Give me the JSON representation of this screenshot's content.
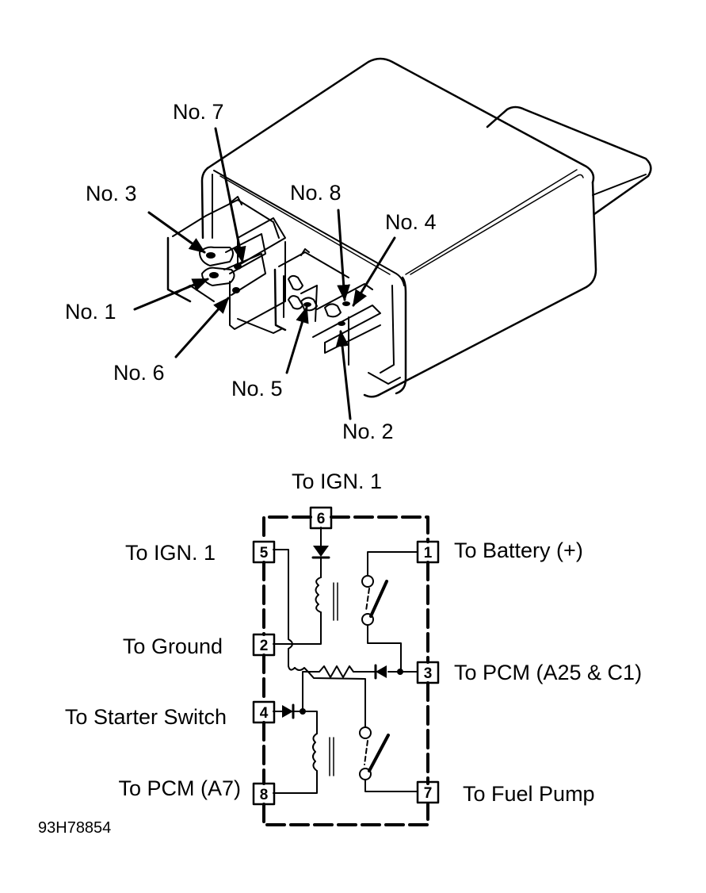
{
  "figure_code": "93H78854",
  "component_view": {
    "terminal_callouts": [
      {
        "id": "no3",
        "label": "No. 3"
      },
      {
        "id": "no7",
        "label": "No. 7"
      },
      {
        "id": "no1",
        "label": "No. 1"
      },
      {
        "id": "no6",
        "label": "No. 6"
      },
      {
        "id": "no8",
        "label": "No. 8"
      },
      {
        "id": "no4",
        "label": "No. 4"
      },
      {
        "id": "no5",
        "label": "No. 5"
      },
      {
        "id": "no2",
        "label": "No. 2"
      }
    ]
  },
  "schematic": {
    "top_label": "To IGN. 1",
    "pins": [
      {
        "number": "6",
        "label": "To IGN. 1"
      },
      {
        "number": "5",
        "label": "To IGN. 1"
      },
      {
        "number": "1",
        "label": "To Battery (+)"
      },
      {
        "number": "2",
        "label": "To Ground"
      },
      {
        "number": "3",
        "label": "To PCM (A25 & C1)"
      },
      {
        "number": "4",
        "label": "To Starter Switch"
      },
      {
        "number": "8",
        "label": "To PCM (A7)"
      },
      {
        "number": "7",
        "label": "To Fuel Pump"
      }
    ],
    "left_labels": {
      "pin5": "To IGN. 1",
      "pin2": "To Ground",
      "pin4": "To Starter Switch",
      "pin8": "To PCM (A7)"
    },
    "right_labels": {
      "pin1": "To Battery (+)",
      "pin3": "To PCM (A25 & C1)",
      "pin7": "To Fuel Pump"
    }
  }
}
